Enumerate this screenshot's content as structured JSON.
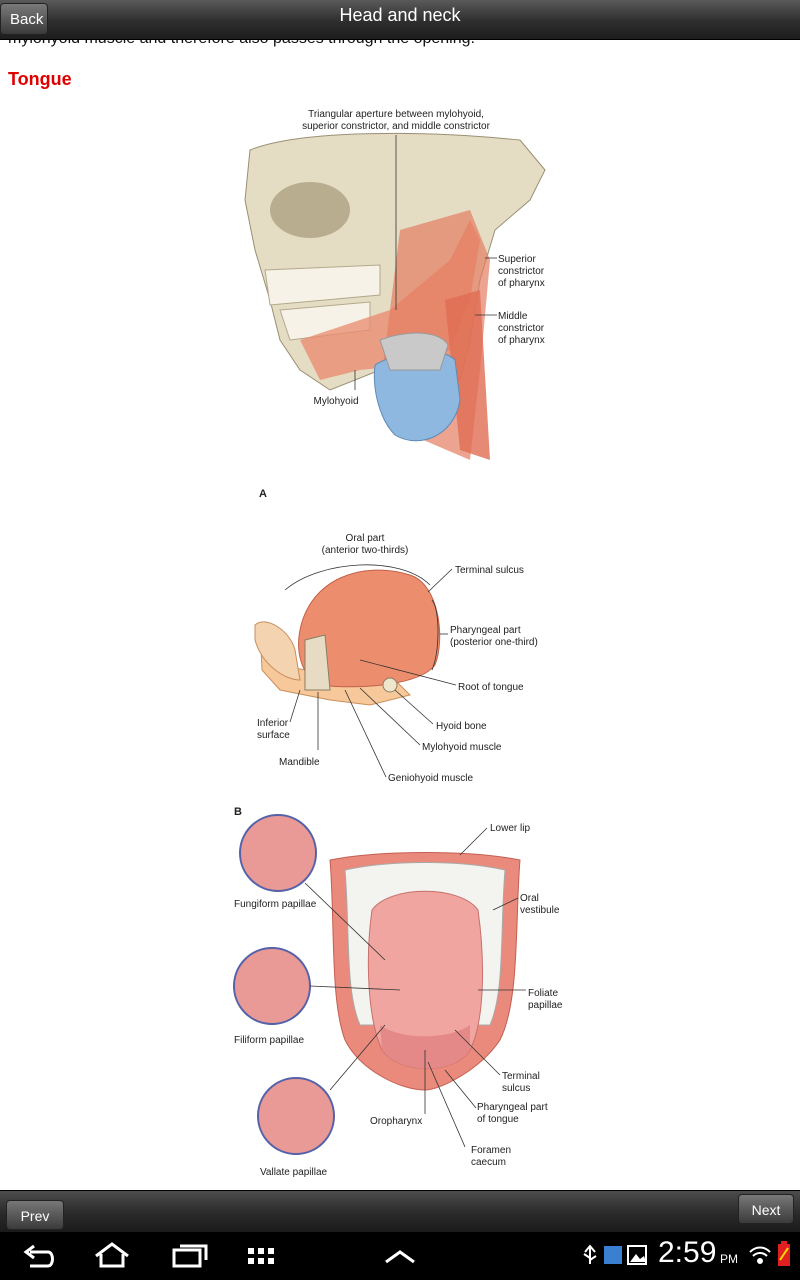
{
  "app": {
    "title": "Head and neck",
    "back_label": "Back",
    "prev_label": "Prev",
    "next_label": "Next"
  },
  "content": {
    "cut_text": "mylohyoid muscle and therefore also passes through the opening.",
    "heading": "Tongue"
  },
  "figures": {
    "top": {
      "label_aperture_1": "Triangular aperture between mylohyoid,",
      "label_aperture_2": "superior constrictor, and middle constrictor",
      "label_superior_1": "Superior",
      "label_superior_2": "constrictor",
      "label_superior_3": "of pharynx",
      "label_middle_1": "Middle",
      "label_middle_2": "constrictor",
      "label_middle_3": "of pharynx",
      "label_mylohyoid": "Mylohyoid"
    },
    "a": {
      "panel_label": "A",
      "oral_part_1": "Oral part",
      "oral_part_2": "(anterior two-thirds)",
      "terminal_sulcus": "Terminal sulcus",
      "pharyngeal_1": "Pharyngeal part",
      "pharyngeal_2": "(posterior one-third)",
      "root": "Root of tongue",
      "inferior_1": "Inferior",
      "inferior_2": "surface",
      "hyoid": "Hyoid bone",
      "mylohyoid": "Mylohyoid muscle",
      "mandible": "Mandible",
      "geniohyoid": "Geniohyoid muscle"
    },
    "b": {
      "panel_label": "B",
      "lower_lip": "Lower lip",
      "oral_vestibule_1": "Oral",
      "oral_vestibule_2": "vestibule",
      "fungiform": "Fungiform papillae",
      "filiform": "Filiform papillae",
      "foliate_1": "Foliate",
      "foliate_2": "papillae",
      "terminal_1": "Terminal",
      "terminal_2": "sulcus",
      "pharyngeal_1": "Pharyngeal part",
      "pharyngeal_2": "of tongue",
      "oropharynx": "Oropharynx",
      "foramen_1": "Foramen",
      "foramen_2": "caecum",
      "vallate": "Vallate papillae"
    }
  },
  "status_bar": {
    "time": "2:59",
    "ampm": "PM"
  },
  "colors": {
    "heading": "#e00000",
    "muscle": "#e98a6e",
    "bone": "#e7dcc3",
    "cartilage": "#8fb8e0"
  }
}
